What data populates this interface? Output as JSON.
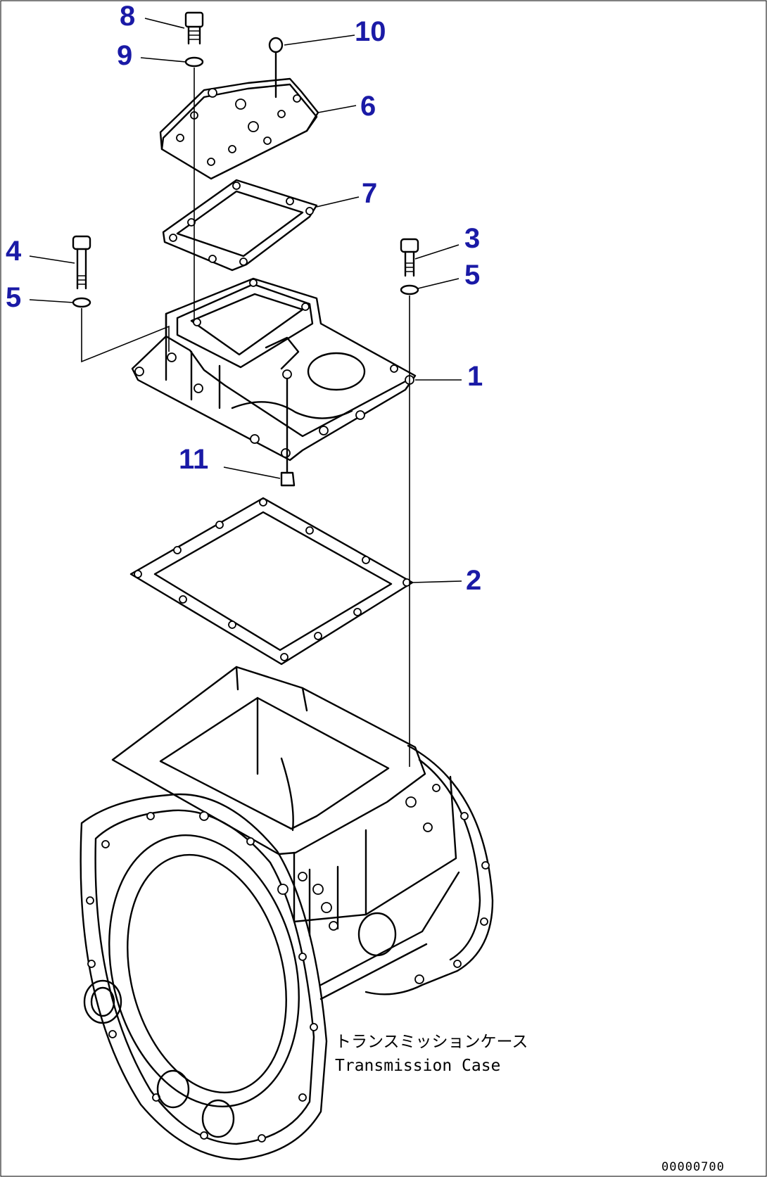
{
  "callouts": [
    "8",
    "9",
    "10",
    "6",
    "7",
    "4",
    "5",
    "3",
    "5",
    "1",
    "11",
    "2"
  ],
  "caption": {
    "japanese": "トランスミッションケース",
    "english": "Transmission Case"
  },
  "document_id": "00000700",
  "colors": {
    "callout_text": "#1a1aa6",
    "line_art": "#000000",
    "background": "#ffffff"
  }
}
